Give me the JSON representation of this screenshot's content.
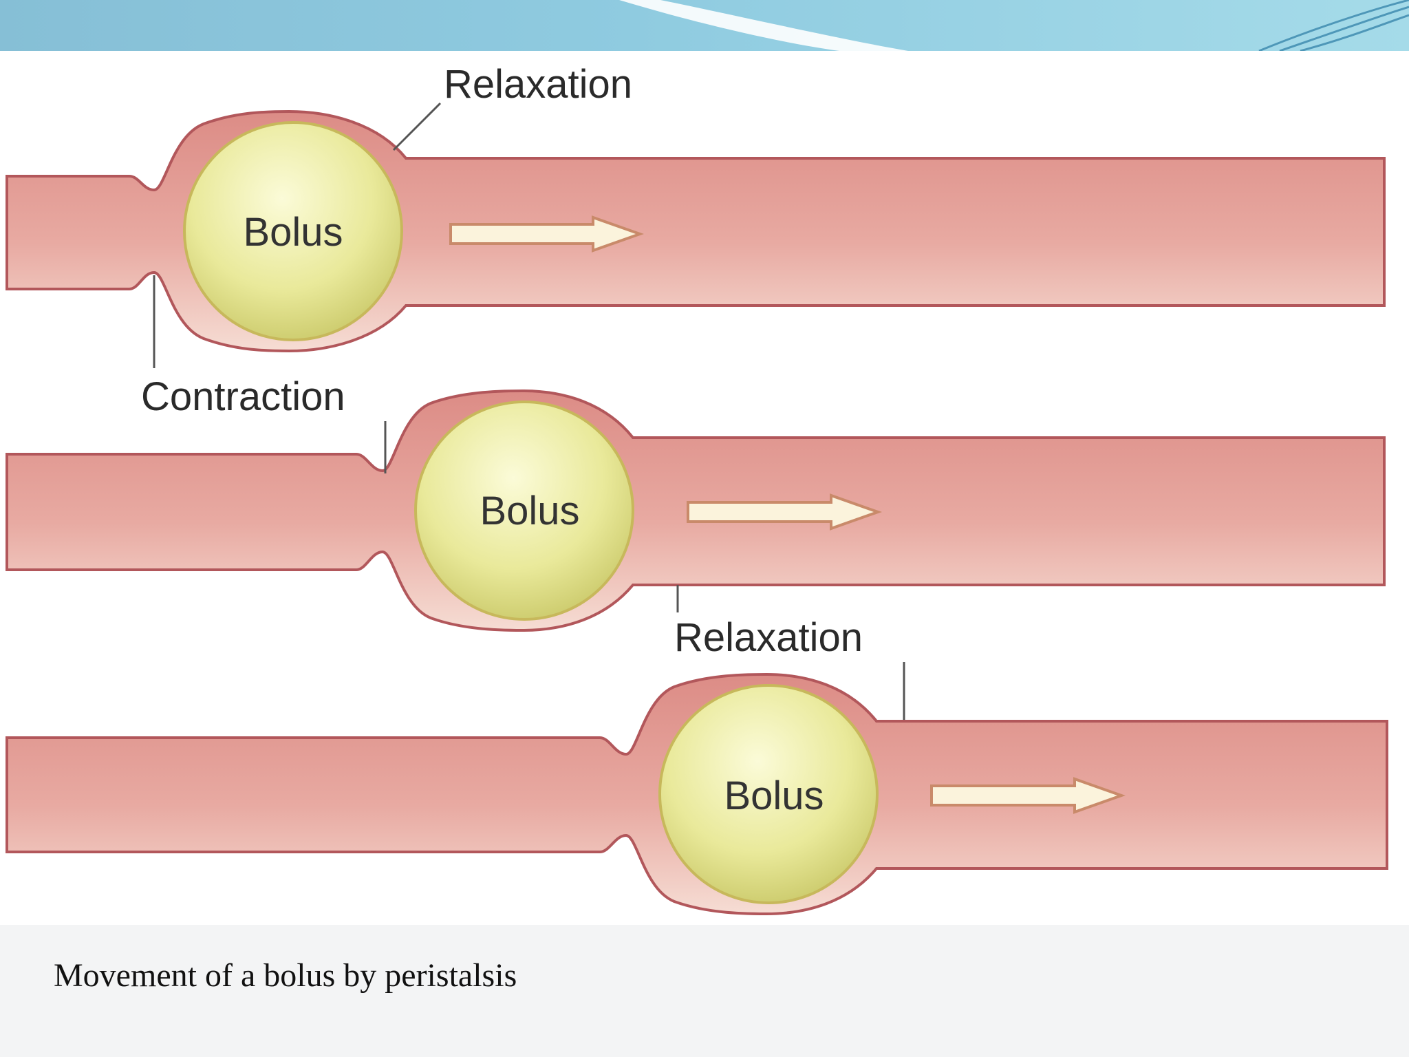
{
  "diagram": {
    "caption": "Movement of a bolus by peristalsis",
    "rows": [
      {
        "bolus_label": "Bolus",
        "label_top": "Relaxation",
        "label_bottom": "Contraction"
      },
      {
        "bolus_label": "Bolus",
        "label_bottom": "Relaxation"
      },
      {
        "bolus_label": "Bolus"
      }
    ]
  },
  "colors": {
    "tube": "#e6a29b",
    "tube_edge": "#b2575b",
    "bolus": "#e9ea98",
    "header": "#7fc3d9"
  }
}
